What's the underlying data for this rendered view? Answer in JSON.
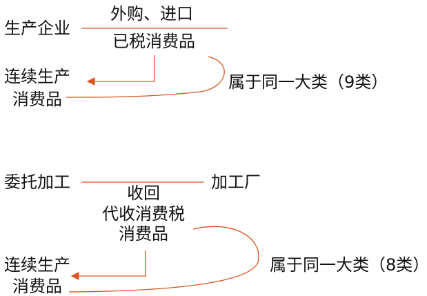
{
  "colors": {
    "line": "#d9531e",
    "text": "#111111"
  },
  "top": {
    "producer": "生产企业",
    "source": "外购、进口",
    "taxed_goods": "已税消费品",
    "result_line1": "连续生产",
    "result_line2": "消费品",
    "category_note": "属于同一大类（9类）"
  },
  "bottom": {
    "client": "委托加工",
    "processor": "加工厂",
    "recover": "收回",
    "withheld_tax": "代收消费税",
    "consumer_goods": "消费品",
    "result_line1": "连续生产",
    "result_line2": "消费品",
    "category_note": "属于同一大类（8类）"
  }
}
